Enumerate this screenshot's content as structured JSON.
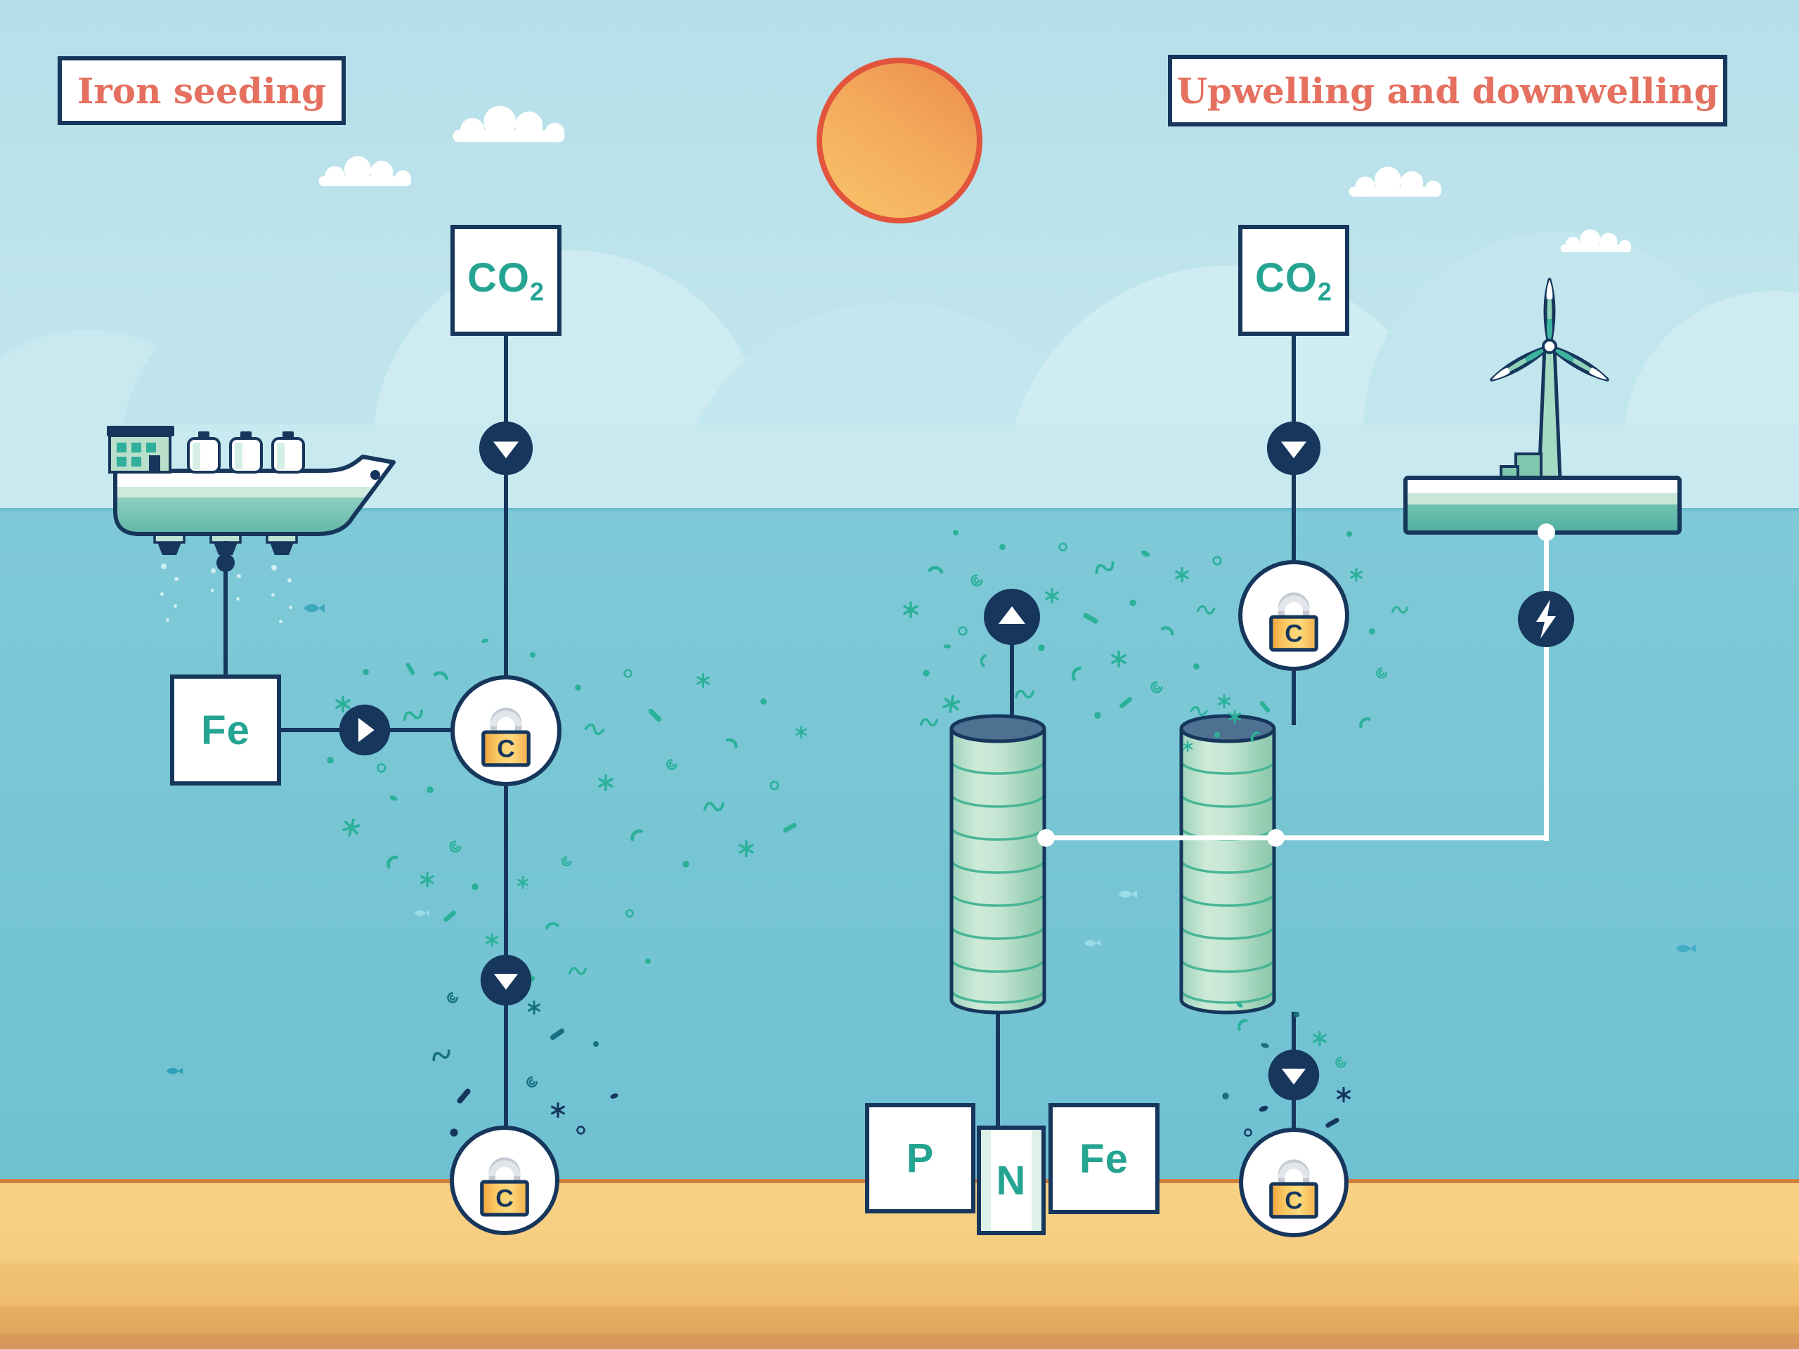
{
  "titles": {
    "left": "Iron seeding",
    "right": "Upwelling and downwelling"
  },
  "labels": {
    "co2": "CO",
    "co2_sub": "2",
    "iron": "Fe",
    "carbon_lock": "C",
    "phosphorus": "P",
    "nitrogen": "N",
    "iron_nutrient": "Fe"
  },
  "icons": {
    "down_arrow": "down-arrow-icon",
    "up_arrow": "up-arrow-icon",
    "right_arrow": "right-arrow-icon",
    "lock": "padlock-icon",
    "lightning": "lightning-bolt-icon",
    "sun": "sun-icon",
    "cloud": "cloud-icon",
    "ship": "iron-seeding-ship",
    "wind_turbine": "floating-wind-turbine",
    "pipe": "upwelling-pipe",
    "fish": "fish-icon"
  },
  "colors": {
    "navy": "#16365c",
    "coral_title": "#e5705f",
    "teal_text": "#25a492",
    "plankton_teal": "#2bb199",
    "plankton_deep": "#15707f",
    "plankton_navy": "#16365c",
    "lock_body_orange": "#f9c963",
    "sun_orange": "#f3a95b",
    "sun_border": "#e2543c",
    "sky": "#b5dfe9",
    "ocean": "#79c6d5",
    "sand": "#f8d185",
    "energy_line": "#ffffff",
    "cylinder_green": "#c6e6d4",
    "ship_green": "#6fc0b0"
  },
  "decorations": {
    "particles": [
      [
        488,
        1002,
        "star",
        24,
        "t",
        0
      ],
      [
        520,
        956,
        "dot",
        11,
        "t",
        0
      ],
      [
        470,
        1082,
        "dot",
        12,
        "t",
        0
      ],
      [
        543,
        1093,
        "ring",
        16,
        "t",
        0
      ],
      [
        500,
        1178,
        "star",
        26,
        "t",
        15
      ],
      [
        558,
        1226,
        "arc",
        22,
        "t",
        -30
      ],
      [
        588,
        1018,
        "squig",
        30,
        "t",
        -10
      ],
      [
        612,
        1124,
        "dot",
        12,
        "t",
        0
      ],
      [
        628,
        962,
        "arc",
        22,
        "t",
        40
      ],
      [
        560,
        1136,
        "blob",
        16,
        "t",
        20
      ],
      [
        608,
        1252,
        "star",
        22,
        "t",
        0
      ],
      [
        648,
        1205,
        "spiral",
        24,
        "t",
        0
      ],
      [
        584,
        952,
        "rod",
        20,
        "t",
        60
      ],
      [
        530,
        1046,
        "blob",
        15,
        "t",
        30
      ],
      [
        690,
        912,
        "blob",
        14,
        "t",
        -15
      ],
      [
        758,
        932,
        "dot",
        10,
        "t",
        0
      ],
      [
        822,
        978,
        "dot",
        11,
        "t",
        0
      ],
      [
        846,
        1038,
        "squig",
        28,
        "t",
        20
      ],
      [
        862,
        1114,
        "star",
        24,
        "t",
        0
      ],
      [
        893,
        958,
        "ring",
        15,
        "t",
        0
      ],
      [
        906,
        1188,
        "arc",
        22,
        "t",
        -20
      ],
      [
        932,
        1018,
        "rod",
        24,
        "t",
        45
      ],
      [
        956,
        1088,
        "spiral",
        22,
        "t",
        0
      ],
      [
        976,
        1230,
        "dot",
        12,
        "t",
        0
      ],
      [
        1000,
        968,
        "star",
        21,
        "t",
        0
      ],
      [
        1016,
        1148,
        "squig",
        30,
        "t",
        0
      ],
      [
        1042,
        1058,
        "arc",
        20,
        "t",
        60
      ],
      [
        1062,
        1208,
        "star",
        24,
        "t",
        0
      ],
      [
        1086,
        998,
        "dot",
        11,
        "t",
        0
      ],
      [
        1102,
        1118,
        "ring",
        16,
        "t",
        0
      ],
      [
        1124,
        1178,
        "rod",
        22,
        "t",
        -30
      ],
      [
        1140,
        1042,
        "star",
        18,
        "t",
        0
      ],
      [
        806,
        1226,
        "spiral",
        20,
        "t",
        0
      ],
      [
        744,
        1256,
        "star",
        18,
        "t",
        0
      ],
      [
        676,
        1262,
        "dot",
        12,
        "t",
        0
      ],
      [
        896,
        1300,
        "ring",
        14,
        "t",
        0
      ],
      [
        922,
        1368,
        "dot",
        10,
        "t",
        0
      ],
      [
        640,
        1304,
        "rod",
        22,
        "t",
        -40
      ],
      [
        700,
        1338,
        "star",
        20,
        "t",
        0
      ],
      [
        786,
        1318,
        "arc",
        20,
        "t",
        10
      ],
      [
        822,
        1382,
        "squig",
        26,
        "t",
        0
      ],
      [
        756,
        1392,
        "dot",
        11,
        "t",
        0
      ],
      [
        644,
        1420,
        "spiral",
        22,
        "d",
        0
      ],
      [
        760,
        1434,
        "star",
        20,
        "d",
        0
      ],
      [
        628,
        1502,
        "squig",
        28,
        "d",
        -15
      ],
      [
        793,
        1472,
        "rod",
        24,
        "d",
        -35
      ],
      [
        848,
        1486,
        "dot",
        10,
        "d",
        0
      ],
      [
        660,
        1560,
        "rod",
        26,
        "n",
        -50
      ],
      [
        757,
        1540,
        "spiral",
        22,
        "d",
        0
      ],
      [
        794,
        1580,
        "star",
        22,
        "n",
        0
      ],
      [
        646,
        1612,
        "dot",
        14,
        "n",
        0
      ],
      [
        826,
        1608,
        "ring",
        15,
        "n",
        0
      ],
      [
        874,
        1560,
        "blob",
        16,
        "n",
        -20
      ],
      [
        1296,
        868,
        "star",
        24,
        "t",
        0
      ],
      [
        1318,
        958,
        "dot",
        12,
        "t",
        0
      ],
      [
        1332,
        812,
        "arc",
        22,
        "t",
        30
      ],
      [
        1354,
        1002,
        "star",
        26,
        "t",
        10
      ],
      [
        1370,
        898,
        "ring",
        16,
        "t",
        0
      ],
      [
        1390,
        826,
        "spiral",
        24,
        "t",
        0
      ],
      [
        1426,
        778,
        "dot",
        11,
        "t",
        0
      ],
      [
        1458,
        988,
        "squig",
        28,
        "t",
        0
      ],
      [
        1482,
        922,
        "dot",
        12,
        "t",
        0
      ],
      [
        1497,
        848,
        "star",
        22,
        "t",
        0
      ],
      [
        1512,
        778,
        "ring",
        15,
        "t",
        0
      ],
      [
        1532,
        958,
        "arc",
        22,
        "t",
        -40
      ],
      [
        1552,
        880,
        "rod",
        24,
        "t",
        30
      ],
      [
        1572,
        808,
        "squig",
        30,
        "t",
        -15
      ],
      [
        1592,
        938,
        "star",
        24,
        "t",
        0
      ],
      [
        1612,
        858,
        "dot",
        12,
        "t",
        0
      ],
      [
        1630,
        788,
        "blob",
        18,
        "t",
        25
      ],
      [
        1646,
        978,
        "spiral",
        24,
        "t",
        0
      ],
      [
        1662,
        898,
        "arc",
        20,
        "t",
        50
      ],
      [
        1682,
        818,
        "star",
        22,
        "t",
        0
      ],
      [
        1702,
        948,
        "dot",
        11,
        "t",
        0
      ],
      [
        1716,
        868,
        "squig",
        26,
        "t",
        10
      ],
      [
        1732,
        798,
        "ring",
        16,
        "t",
        0
      ],
      [
        1742,
        998,
        "star",
        20,
        "t",
        0
      ],
      [
        1322,
        1028,
        "squig",
        26,
        "t",
        0
      ],
      [
        1360,
        758,
        "dot",
        10,
        "t",
        0
      ],
      [
        1562,
        1018,
        "dot",
        12,
        "t",
        0
      ],
      [
        1602,
        1000,
        "rod",
        22,
        "t",
        -40
      ],
      [
        1400,
        940,
        "arc",
        18,
        "t",
        -60
      ],
      [
        1348,
        920,
        "blob",
        14,
        "t",
        0
      ],
      [
        1706,
        1012,
        "squig",
        24,
        "t",
        20
      ],
      [
        1732,
        1046,
        "dot",
        10,
        "t",
        0
      ],
      [
        1757,
        1020,
        "star",
        20,
        "t",
        0
      ],
      [
        1786,
        1048,
        "arc",
        18,
        "t",
        -30
      ],
      [
        1800,
        1006,
        "rod",
        20,
        "t",
        50
      ],
      [
        1690,
        1062,
        "star",
        16,
        "t",
        0
      ],
      [
        1930,
        818,
        "star",
        20,
        "t",
        0
      ],
      [
        1952,
        898,
        "dot",
        11,
        "t",
        0
      ],
      [
        1966,
        958,
        "spiral",
        22,
        "t",
        0
      ],
      [
        1942,
        1028,
        "arc",
        20,
        "t",
        -20
      ],
      [
        1992,
        868,
        "squig",
        24,
        "t",
        0
      ],
      [
        1920,
        760,
        "dot",
        10,
        "t",
        0
      ],
      [
        1768,
        1458,
        "arc",
        20,
        "t",
        -30
      ],
      [
        1800,
        1488,
        "blob",
        16,
        "d",
        15
      ],
      [
        1878,
        1478,
        "star",
        22,
        "t",
        0
      ],
      [
        1908,
        1512,
        "spiral",
        22,
        "t",
        0
      ],
      [
        1912,
        1558,
        "star",
        22,
        "n",
        0
      ],
      [
        1798,
        1578,
        "blob",
        18,
        "n",
        -20
      ],
      [
        1776,
        1612,
        "ring",
        14,
        "n",
        0
      ],
      [
        1896,
        1598,
        "rod",
        22,
        "n",
        -30
      ],
      [
        1845,
        1444,
        "dot",
        10,
        "d",
        0
      ],
      [
        1744,
        1560,
        "dot",
        12,
        "d",
        0
      ],
      [
        1764,
        1430,
        "blob",
        14,
        "t",
        40
      ]
    ],
    "fish": [
      [
        444,
        866,
        "#3da8be",
        38
      ],
      [
        1602,
        1272,
        "#9bdce9",
        34
      ],
      [
        1552,
        1342,
        "#9bdce9",
        30
      ],
      [
        2396,
        1350,
        "#43aec4",
        36
      ],
      [
        246,
        1524,
        "#2e9fb6",
        30
      ],
      [
        598,
        1300,
        "#9bdce9",
        28
      ]
    ],
    "bubbles": [
      [
        233,
        806,
        8
      ],
      [
        251,
        824,
        6
      ],
      [
        230,
        845,
        5
      ],
      [
        249,
        862,
        5
      ],
      [
        238,
        882,
        5
      ],
      [
        303,
        812,
        7
      ],
      [
        340,
        820,
        6
      ],
      [
        302,
        840,
        5
      ],
      [
        338,
        852,
        5
      ],
      [
        390,
        808,
        8
      ],
      [
        412,
        826,
        6
      ],
      [
        388,
        846,
        5
      ],
      [
        413,
        864,
        5
      ],
      [
        399,
        884,
        5
      ]
    ],
    "small_clouds": [
      [
        450,
        222,
        152,
        44
      ],
      [
        640,
        150,
        184,
        54
      ],
      [
        1916,
        236,
        152,
        46
      ],
      [
        2218,
        324,
        116,
        38
      ]
    ]
  }
}
